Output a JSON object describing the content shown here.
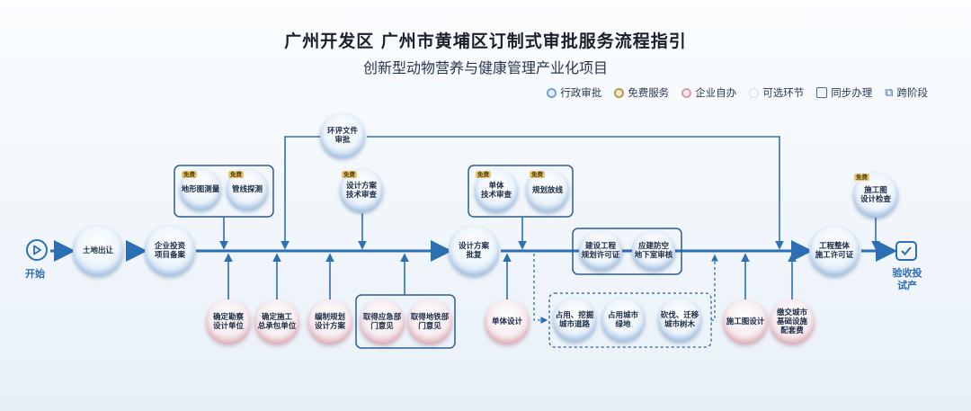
{
  "header": {
    "title": "广州开发区 广州市黄埔区订制式审批服务流程指引",
    "subtitle": "创新型动物营养与健康管理产业化项目"
  },
  "legend": {
    "admin": "行政审批",
    "free": "免费服务",
    "self": "企业自办",
    "optional": "可选环节",
    "sync": "同步办理",
    "stage": "跨阶段"
  },
  "flow": {
    "start": "开始",
    "end": "验收投试产",
    "free_tag": "免费",
    "nodes": {
      "land": "土地出让",
      "invest": "企业投资\n项目备案",
      "survey_map": "地形图测量",
      "pipeline": "管线探测",
      "env": "环评文件\n审批",
      "design_review": "设计方案\n技术审查",
      "scheme_approve": "设计方案\n批复",
      "unit_review": "单体\n技术审查",
      "setout": "规划放线",
      "plan_permit": "建设工程\n规划许可证",
      "civil_defense": "应建防空\n地下室审核",
      "build_permit": "工程整体\n施工许可证",
      "drawing_check": "施工图\n设计检查",
      "survey_design_unit": "确定勘察\n设计单位",
      "contractor": "确定施工\n总承包单位",
      "plan_scheme": "编制规划\n设计方案",
      "emergency": "取得应急部\n门意见",
      "metro": "取得地铁部\n门意见",
      "unit_design": "单体设计",
      "road": "占用、挖掘\n城市道路",
      "greenland": "占用城市\n绿地",
      "trees": "砍伐、迁移\n城市树木",
      "construction_drawing": "施工图设计",
      "infra_fee": "缴交城市\n基础设施\n配套费"
    }
  },
  "colors": {
    "main_line": "#2d6fb3",
    "admin_ring": "#6ea2d6",
    "self_ring": "#d99aa6",
    "free_tag": "#e6c874"
  }
}
